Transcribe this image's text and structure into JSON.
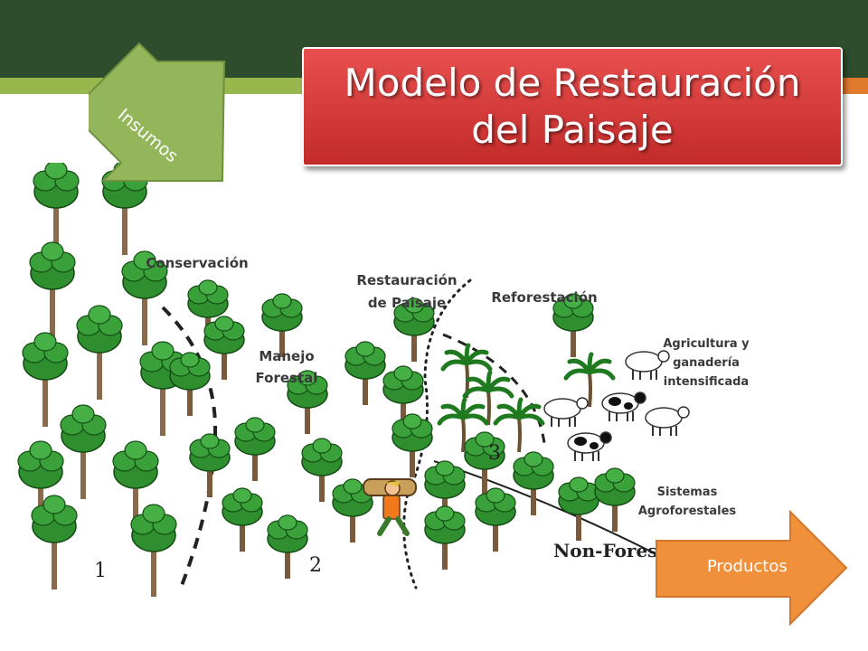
{
  "title": "Modelo de Restauración del Paisaje",
  "arrows": {
    "inputs": "Insumos",
    "outputs": "Productos"
  },
  "labels": {
    "conservation": "Conservación",
    "forest_management": "Manejo Forestal",
    "restoration": "Restauración de Paisaje",
    "reforestation": "Reforestación",
    "agriculture": "Agricultura y ganadería intensificada",
    "agroforestry": "Sistemas Agroforestales"
  },
  "zone_numbers": [
    "1",
    "2",
    "3"
  ],
  "scene_text": "Non-Forest",
  "colors": {
    "header": "#2d4d2c",
    "stripe": "#98b84e",
    "title_box": "#d23a38",
    "inputs_arrow": "#93b65a",
    "outputs_arrow": "#f0903a"
  }
}
